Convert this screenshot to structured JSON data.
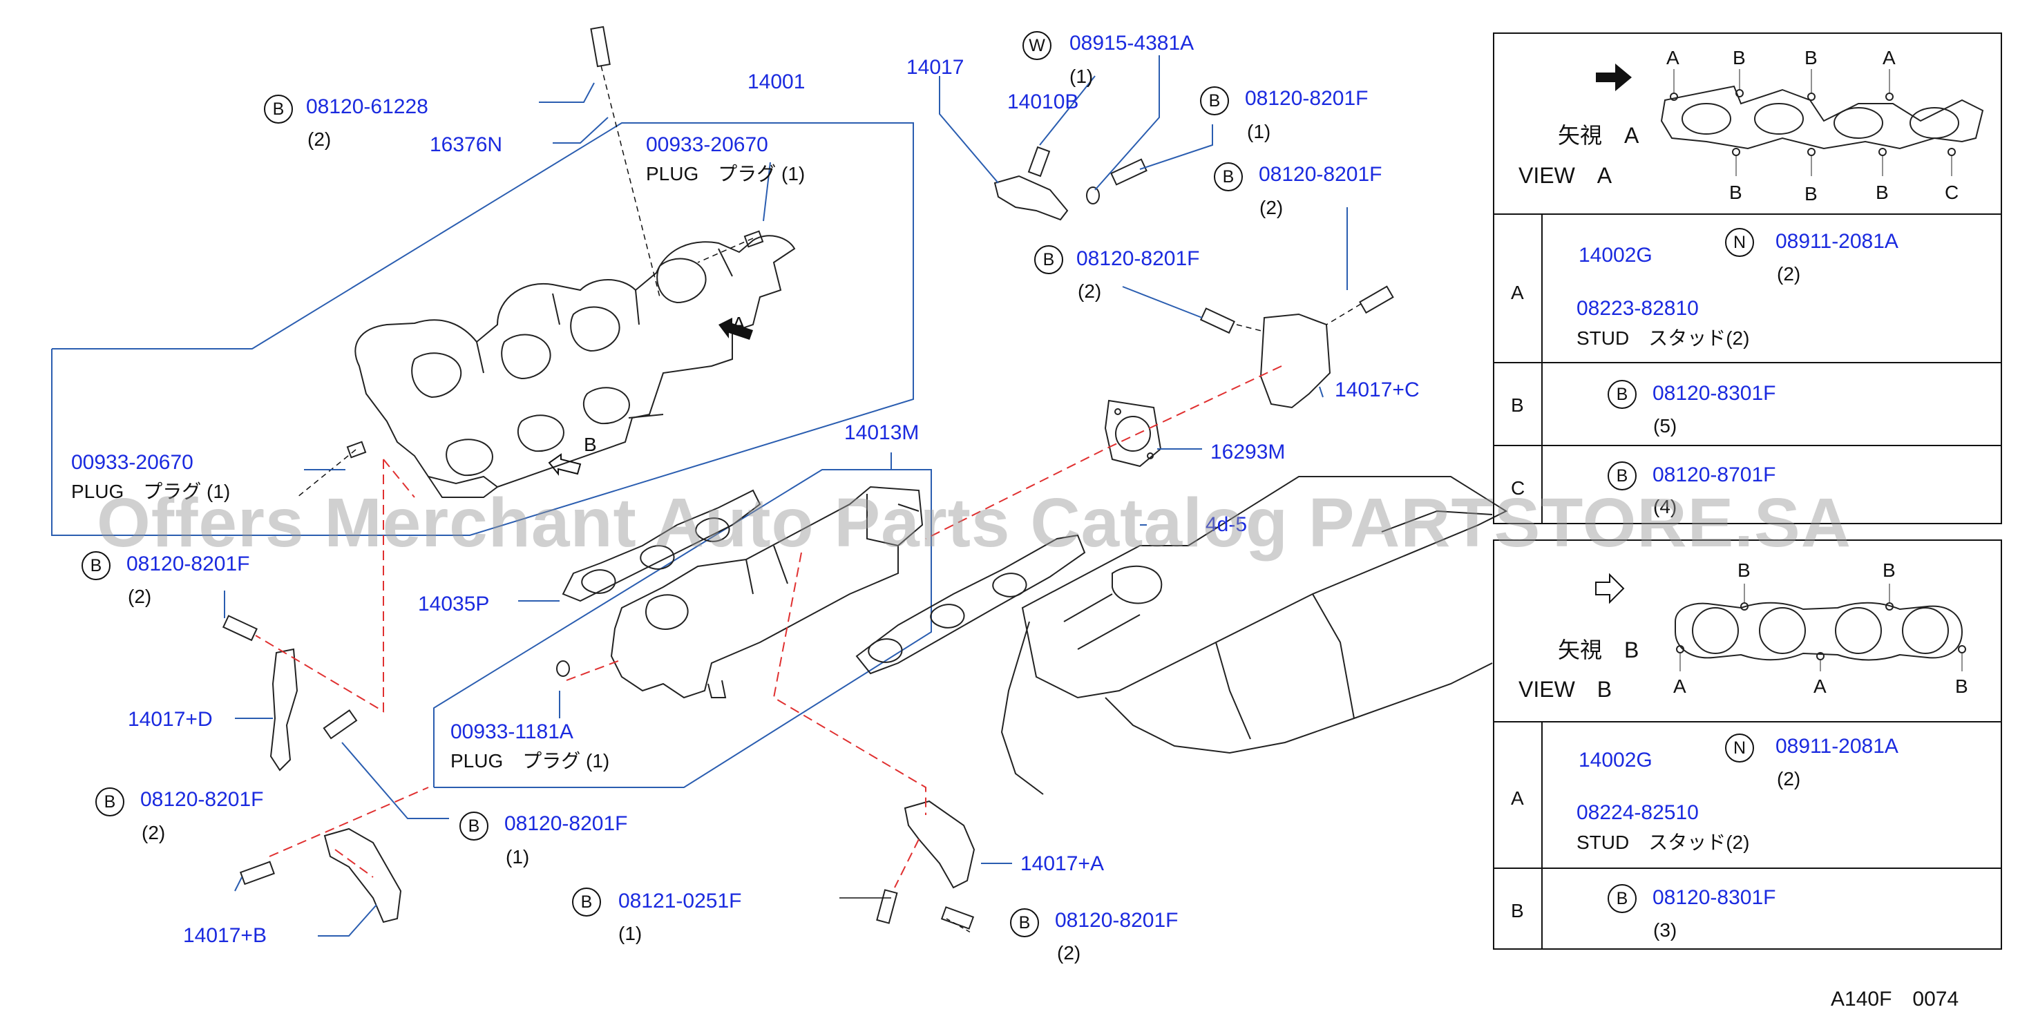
{
  "callouts": {
    "c08120_61228": {
      "circle": "B",
      "part": "08120-61228",
      "qty": "(2)"
    },
    "p16376N": {
      "part": "16376N"
    },
    "p14001": {
      "part": "14001"
    },
    "plug_top": {
      "part": "00933-20670",
      "label": "PLUG　プラグ (1)"
    },
    "plug_left": {
      "part": "00933-20670",
      "label": "PLUG　プラグ (1)"
    },
    "p14017": {
      "part": "14017"
    },
    "c08915": {
      "circle": "W",
      "part": "08915-4381A",
      "qty": "(1)"
    },
    "p14010B": {
      "part": "14010B"
    },
    "c8201_r1": {
      "circle": "B",
      "part": "08120-8201F",
      "qty": "(1)"
    },
    "c8201_r2": {
      "circle": "B",
      "part": "08120-8201F",
      "qty": "(2)"
    },
    "c8201_mid": {
      "circle": "B",
      "part": "08120-8201F",
      "qty": "(2)"
    },
    "p14017C": {
      "part": "14017+C"
    },
    "p16293M": {
      "part": "16293M"
    },
    "p14013M": {
      "part": "14013M"
    },
    "p14035P": {
      "part": "14035P"
    },
    "p_partial": {
      "part": "4d-5"
    },
    "c8201_left": {
      "circle": "B",
      "part": "08120-8201F",
      "qty": "(2)"
    },
    "p14017D": {
      "part": "14017+D"
    },
    "plug_small": {
      "part": "00933-1181A",
      "label": "PLUG　プラグ (1)"
    },
    "c8201_ll": {
      "circle": "B",
      "part": "08120-8201F",
      "qty": "(2)"
    },
    "c8201_c1": {
      "circle": "B",
      "part": "08120-8201F",
      "qty": "(1)"
    },
    "p14017B": {
      "part": "14017+B"
    },
    "c08121": {
      "circle": "B",
      "part": "08121-0251F",
      "qty": "(1)"
    },
    "p14017A": {
      "part": "14017+A"
    },
    "c8201_br": {
      "circle": "B",
      "part": "08120-8201F",
      "qty": "(2)"
    }
  },
  "markers": {
    "arrow_a": "A",
    "arrow_b": "B"
  },
  "panel_a": {
    "view_jp": "矢視　A",
    "view_en": "VIEW　A",
    "hole_top": [
      "A",
      "B",
      "B",
      "A"
    ],
    "hole_bottom": [
      "B",
      "B",
      "B",
      "C"
    ],
    "rows": [
      {
        "key": "A",
        "part1": "14002G",
        "circle": "N",
        "part2": "08911-2081A",
        "qty2": "(2)",
        "part3": "08223-82810",
        "label3": "STUD　スタッド(2)"
      },
      {
        "key": "B",
        "circle": "B",
        "part": "08120-8301F",
        "qty": "(5)"
      },
      {
        "key": "C",
        "circle": "B",
        "part": "08120-8701F",
        "qty": "(4)"
      }
    ]
  },
  "panel_b": {
    "view_jp": "矢視　B",
    "view_en": "VIEW　B",
    "hole_top": [
      "B",
      "B"
    ],
    "hole_bottom": [
      "A",
      "A",
      "B"
    ],
    "rows": [
      {
        "key": "A",
        "part1": "14002G",
        "circle": "N",
        "part2": "08911-2081A",
        "qty2": "(2)",
        "part3": "08224-82510",
        "label3": "STUD　スタッド(2)"
      },
      {
        "key": "B",
        "circle": "B",
        "part": "08120-8301F",
        "qty": "(3)"
      }
    ]
  },
  "footer_code": "A140F　0074",
  "watermark": "Offers Merchant Auto Parts Catalog PARTSTORE.SA",
  "colors": {
    "part_number": "#1a2adf",
    "leader": "#2a5db0",
    "dashed": "#e03030",
    "line": "#111111"
  }
}
